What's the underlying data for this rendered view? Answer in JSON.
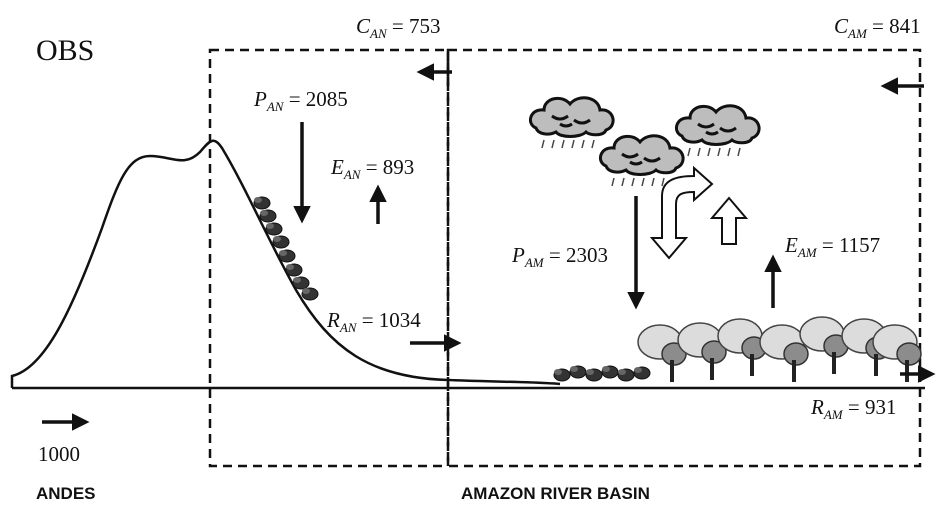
{
  "diagram": {
    "title": "OBS",
    "regions": {
      "andes": "ANDES",
      "amazon": "AMAZON RIVER BASIN"
    },
    "inflow_value": "1000",
    "fluxes": {
      "C_AN": {
        "symbol": "C",
        "subscript": "AN",
        "value": "753"
      },
      "C_AM": {
        "symbol": "C",
        "subscript": "AM",
        "value": "841"
      },
      "P_AN": {
        "symbol": "P",
        "subscript": "AN",
        "value": "2085"
      },
      "E_AN": {
        "symbol": "E",
        "subscript": "AN",
        "value": "893"
      },
      "R_AN": {
        "symbol": "R",
        "subscript": "AN",
        "value": "1034"
      },
      "P_AM": {
        "symbol": "P",
        "subscript": "AM",
        "value": "2303"
      },
      "E_AM": {
        "symbol": "E",
        "subscript": "AM",
        "value": "1157"
      },
      "R_AM": {
        "symbol": "R",
        "subscript": "AM",
        "value": "931"
      }
    },
    "icons": [
      "rain-cloud-icon",
      "recycling-arrows-icon",
      "forest-icon",
      "tree-icon"
    ],
    "colors": {
      "ink": "#111111",
      "cloud": "#bdbdbd",
      "canopy_light": "#d9d9d9",
      "canopy_dark": "#8c8c8c"
    }
  }
}
